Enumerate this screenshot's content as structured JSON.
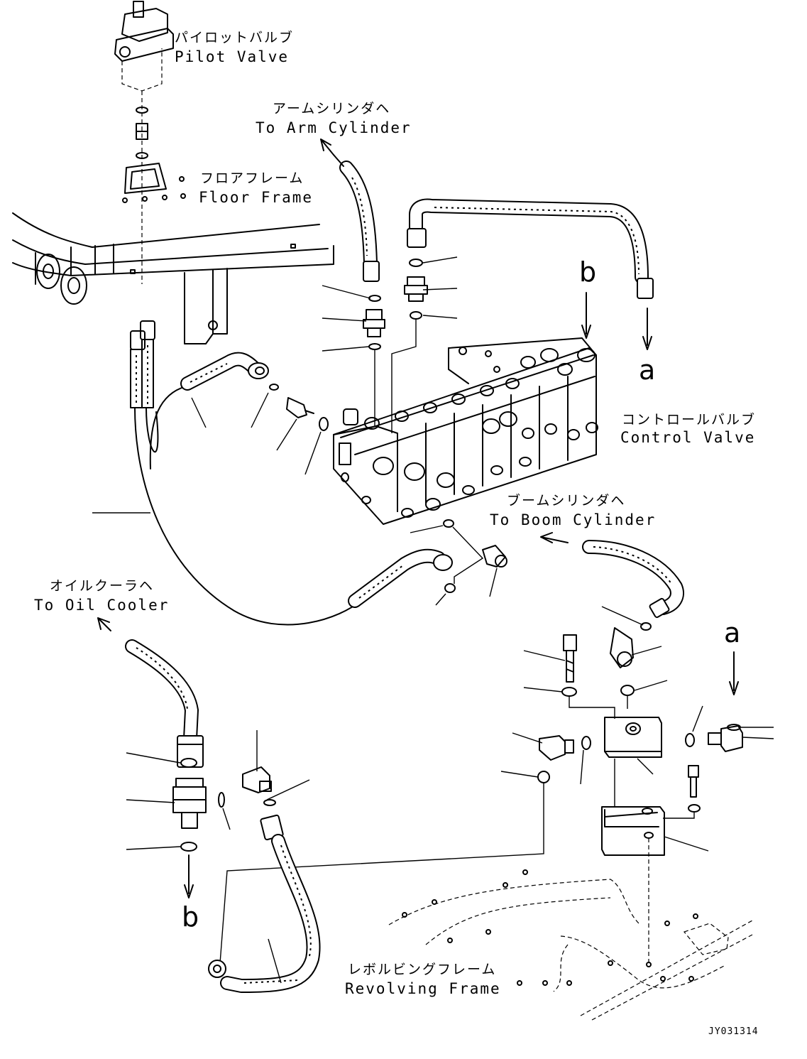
{
  "labels": {
    "pilot_valve": {
      "jp": "パイロットバルブ",
      "en": "Pilot Valve"
    },
    "arm_cylinder": {
      "jp": "アームシリンダヘ",
      "en": "To Arm Cylinder"
    },
    "floor_frame": {
      "jp": "フロアフレーム",
      "en": "Floor Frame"
    },
    "control_valve": {
      "jp": "コントロールバルブ",
      "en": "Control Valve"
    },
    "boom_cylinder": {
      "jp": "ブームシリンダヘ",
      "en": "To Boom Cylinder"
    },
    "oil_cooler": {
      "jp": "オイルクーラヘ",
      "en": "To Oil Cooler"
    },
    "revolving_frame": {
      "jp": "レボルビングフレーム",
      "en": "Revolving Frame"
    }
  },
  "connection_marks": {
    "b_top": "b",
    "a_top": "a",
    "a_right": "a",
    "b_bottom": "b"
  },
  "drawing_code": "JY031314"
}
